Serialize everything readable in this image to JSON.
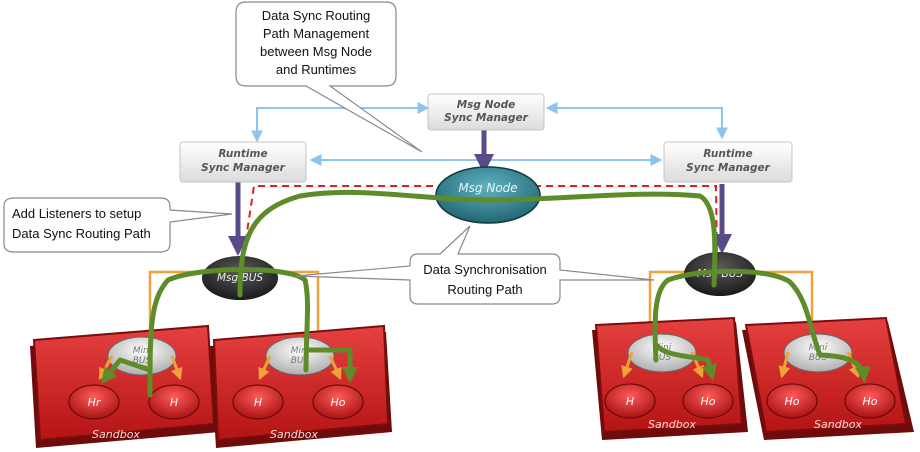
{
  "callouts": {
    "routing_mgmt": [
      "Data Sync Routing",
      "Path Management",
      "between Msg Node",
      "and Runtimes"
    ],
    "add_listeners": [
      "Add Listeners to setup",
      "Data Sync Routing Path"
    ],
    "sync_path": [
      "Data Synchronisation",
      "Routing Path"
    ]
  },
  "managers": {
    "msg_node_sync": [
      "Msg Node",
      "Sync Manager"
    ],
    "runtime_left": [
      "Runtime",
      "Sync Manager"
    ],
    "runtime_right": [
      "Runtime",
      "Sync Manager"
    ]
  },
  "msg_node": "Msg Node",
  "msg_bus": "Msg BUS",
  "msg_bus_right": "Msg BUS",
  "mini_bus": [
    "Mini",
    "BUS"
  ],
  "sandboxes": [
    {
      "label": "Sandbox",
      "hyperties": [
        "Hr",
        "H"
      ]
    },
    {
      "label": "Sandbox",
      "hyperties": [
        "H",
        "Ho"
      ]
    },
    {
      "label": "Sandbox",
      "hyperties": [
        "H",
        "Ho"
      ]
    },
    {
      "label": "Sandbox",
      "hyperties": [
        "Ho",
        "Ho"
      ]
    }
  ],
  "colors": {
    "sandbox_red": "#cc1f1f",
    "sandbox_dark": "#6e0b0b",
    "msg_node": "#2f7f8c",
    "bus_dark": "#2a2a2a",
    "route_green": "#5e8c2a",
    "listener_purple": "#5b4a8a",
    "arrow_orange": "#f0a23a",
    "dashed_red": "#e02020",
    "sync_blue": "#8ec4f0"
  }
}
